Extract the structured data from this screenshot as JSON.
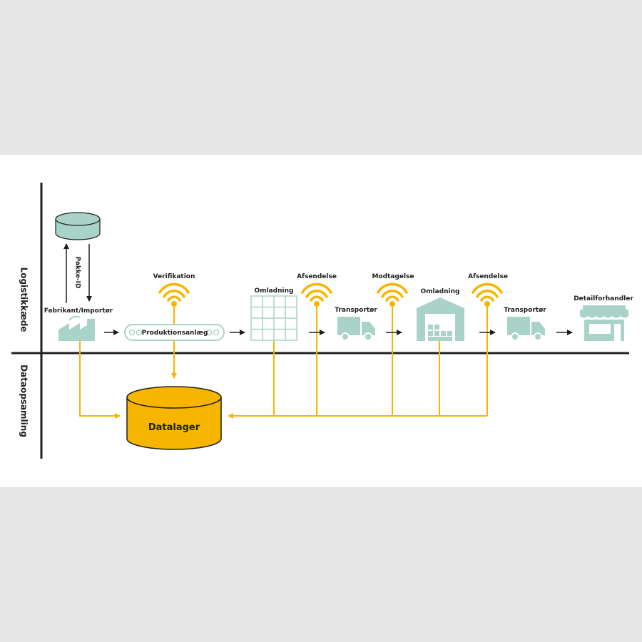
{
  "axis_labels": {
    "top": "Logistikkæde",
    "bottom": "Dataopsamling"
  },
  "nodes": {
    "pakke_id": "Pakke-ID",
    "fabrikant": "Fabrikant/Importør",
    "verifikation": "Verifikation",
    "produktionsanlaeg": "Produktionsanlæg",
    "omladning_1": "Omladning",
    "afsendelse_1": "Afsendelse",
    "transportoer_1": "Transportør",
    "modtagelse": "Modtagelse",
    "omladning_2": "Omladning",
    "afsendelse_2": "Afsendelse",
    "transportoer_2": "Transportør",
    "detailforhandler": "Detailforhandler"
  },
  "storage": {
    "datalager": "Datalager"
  },
  "colors": {
    "accent": "#f7b500",
    "mint": "#a9d3c9",
    "line": "#1f1f1f",
    "panel": "#ffffff",
    "backdrop": "#e6e6e6"
  },
  "icons": [
    "database-icon",
    "factory-icon",
    "wifi-icon",
    "conveyor-icon",
    "grid-icon",
    "truck-icon",
    "warehouse-icon",
    "store-icon"
  ]
}
